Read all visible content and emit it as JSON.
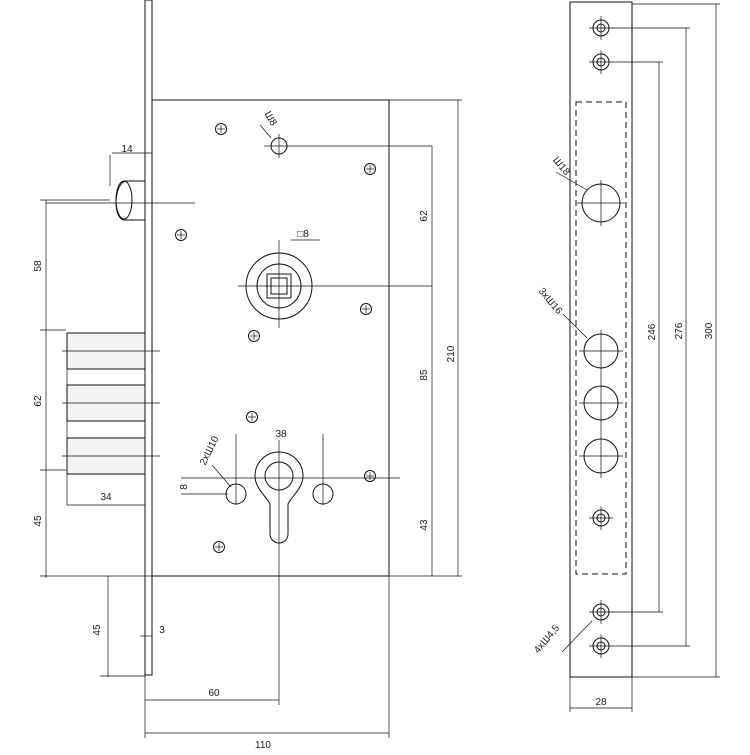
{
  "drawing": {
    "front_view": {
      "dims": {
        "bolt_head_offset": "14",
        "latch_drop": "58",
        "bolt_spacing": "62",
        "lower_bolt_offset": "45",
        "bolt_throw": "34",
        "faceplate_tail": "45",
        "faceplate_thickness": "3",
        "backset": "60",
        "case_depth": "110",
        "spindle_to_top_hole": "62",
        "center_distance": "85",
        "case_height": "210",
        "cylinder_to_bottom": "43",
        "cylinder_hole_pitch": "38",
        "cylinder_hole_offset": "8"
      },
      "labels": {
        "top_hole": "Ш8",
        "spindle": "□8",
        "cylinder_holes": "2хШ10"
      }
    },
    "side_view": {
      "dims": {
        "inner_holes_span": "246",
        "outer_holes_span": "276",
        "total_height": "300",
        "width": "28"
      },
      "labels": {
        "latch_hole": "Ш18",
        "bolt_holes": "3хШ16",
        "screw_holes": "4хШ4,5"
      }
    }
  }
}
